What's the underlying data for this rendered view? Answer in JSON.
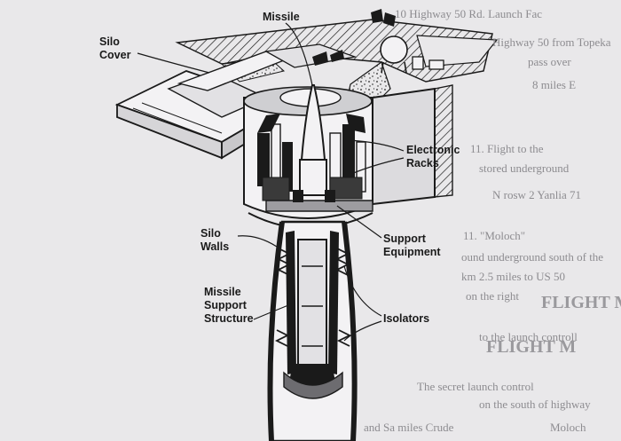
{
  "labels": {
    "silo_cover": [
      "Silo",
      "Cover"
    ],
    "missile": "Missile",
    "electronic_racks": [
      "Electronic",
      "Racks"
    ],
    "support_equipment": [
      "Support",
      "Equipment"
    ],
    "silo_walls": [
      "Silo",
      "Walls"
    ],
    "missile_support_structure": [
      "Missile",
      "Support",
      "Structure"
    ],
    "isolators": "Isolators"
  },
  "bleed_through": {
    "lines": [
      "10 Highway 50 Rd. Launch Fac",
      "Highway 50 from Topeka",
      "pass over",
      "8 miles E",
      "11. Flight to the",
      "stored underground",
      "N rosw 2 Yanlia 71",
      "11. \"Moloch\"",
      "ound underground south of the",
      "km 2.5 miles to US 50",
      "on the right",
      "to the launch controll",
      "The secret launch control",
      "on the south of highway",
      "and Sa miles Crude",
      "Moloch"
    ],
    "headings": [
      "FLIGHT M",
      "FLIGHT M"
    ]
  }
}
